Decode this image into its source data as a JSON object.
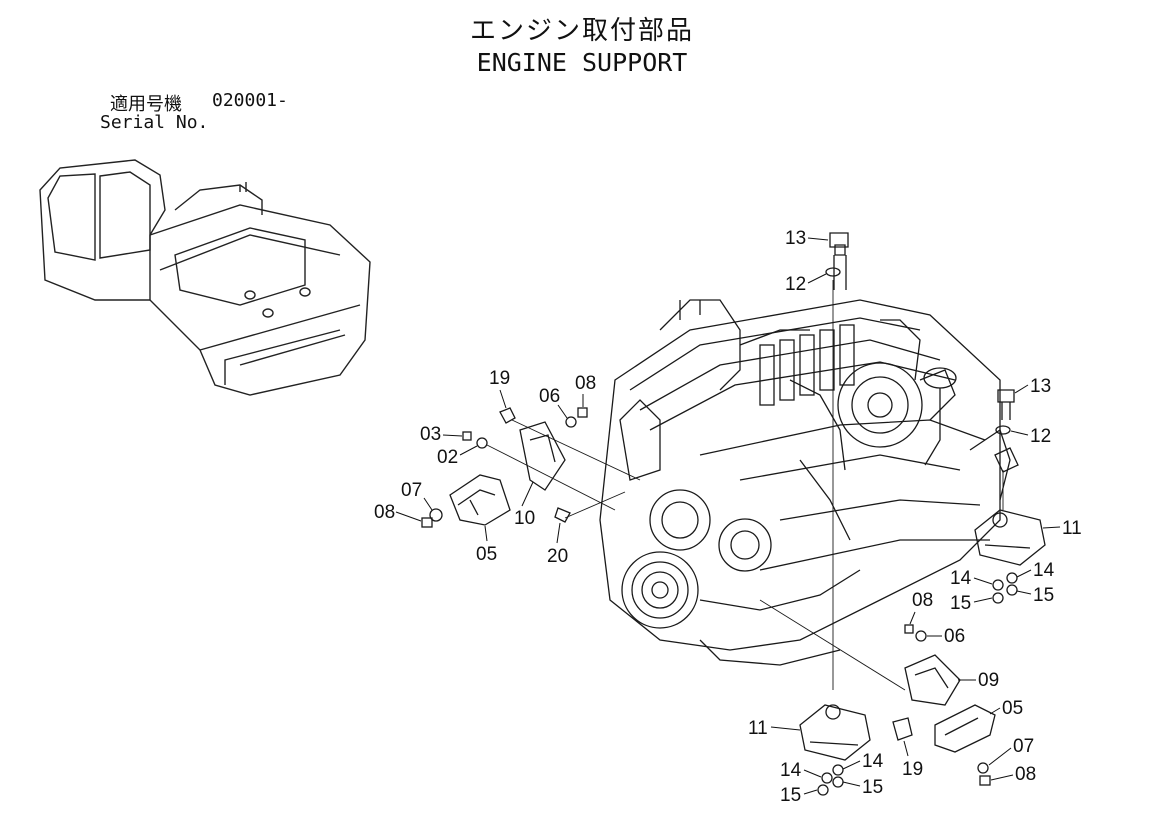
{
  "title": {
    "japanese": "エンジン取付部品",
    "english": "ENGINE SUPPORT"
  },
  "serial": {
    "japanese_label": "適用号機",
    "code": "020001-",
    "english_label": "Serial No."
  },
  "parts": [
    {
      "label": "13",
      "name": "bolt-top-center"
    },
    {
      "label": "12",
      "name": "washer-top-center"
    },
    {
      "label": "13",
      "name": "bolt-right"
    },
    {
      "label": "12",
      "name": "washer-right"
    },
    {
      "label": "19",
      "name": "bolt-left-bracket"
    },
    {
      "label": "06",
      "name": "washer-left-bracket"
    },
    {
      "label": "08",
      "name": "nut-left-bracket-top"
    },
    {
      "label": "03",
      "name": "nut-left"
    },
    {
      "label": "02",
      "name": "washer-left"
    },
    {
      "label": "07",
      "name": "washer-left-mount"
    },
    {
      "label": "08",
      "name": "nut-left-mount"
    },
    {
      "label": "10",
      "name": "bracket-left"
    },
    {
      "label": "05",
      "name": "mount-left"
    },
    {
      "label": "20",
      "name": "bolt-left-lower"
    },
    {
      "label": "11",
      "name": "mount-right"
    },
    {
      "label": "14",
      "name": "washer-right-a"
    },
    {
      "label": "14",
      "name": "washer-right-b"
    },
    {
      "label": "15",
      "name": "nut-right-a"
    },
    {
      "label": "15",
      "name": "nut-right-b"
    },
    {
      "label": "08",
      "name": "nut-front-bracket"
    },
    {
      "label": "06",
      "name": "washer-front-bracket"
    },
    {
      "label": "09",
      "name": "bracket-front"
    },
    {
      "label": "05",
      "name": "mount-front"
    },
    {
      "label": "19",
      "name": "bolt-front-bracket"
    },
    {
      "label": "07",
      "name": "washer-front-mount"
    },
    {
      "label": "08",
      "name": "nut-front-mount"
    },
    {
      "label": "11",
      "name": "mount-bottom"
    },
    {
      "label": "14",
      "name": "washer-bottom-a"
    },
    {
      "label": "14",
      "name": "washer-bottom-b"
    },
    {
      "label": "15",
      "name": "nut-bottom-a"
    },
    {
      "label": "15",
      "name": "nut-bottom-b"
    }
  ]
}
